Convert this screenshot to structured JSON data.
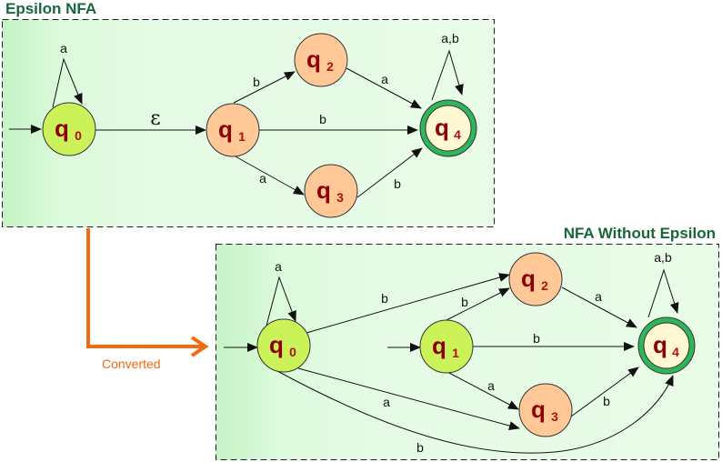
{
  "diagram": {
    "conversion_label": "Converted",
    "colors": {
      "title": "#17673a",
      "start_state_fill": "#ccf25a",
      "normal_state_fill": "#ffc896",
      "final_state_fill": "#fff8d2",
      "final_state_ring": "#2fb55a",
      "state_label": "#8b0000",
      "arrow": "#f26a10",
      "panel_gradient_left": "#c8f5c8",
      "panel_gradient_right": "#e6fbe6"
    },
    "panels": [
      {
        "id": "epsilon-nfa",
        "title": "Epsilon NFA",
        "states": [
          {
            "id": "q0",
            "label": "q",
            "sub": "0",
            "type": "start"
          },
          {
            "id": "q1",
            "label": "q",
            "sub": "1",
            "type": "normal"
          },
          {
            "id": "q2",
            "label": "q",
            "sub": "2",
            "type": "normal"
          },
          {
            "id": "q3",
            "label": "q",
            "sub": "3",
            "type": "normal"
          },
          {
            "id": "q4",
            "label": "q",
            "sub": "4",
            "type": "final"
          }
        ],
        "transitions": [
          {
            "from": "q0",
            "to": "q0",
            "symbol": "a"
          },
          {
            "from": "q0",
            "to": "q1",
            "symbol": "ε"
          },
          {
            "from": "q1",
            "to": "q2",
            "symbol": "b"
          },
          {
            "from": "q1",
            "to": "q4",
            "symbol": "b"
          },
          {
            "from": "q1",
            "to": "q3",
            "symbol": "a"
          },
          {
            "from": "q2",
            "to": "q4",
            "symbol": "a"
          },
          {
            "from": "q3",
            "to": "q4",
            "symbol": "b"
          },
          {
            "from": "q4",
            "to": "q4",
            "symbol": "a,b"
          }
        ]
      },
      {
        "id": "nfa-without-epsilon",
        "title": "NFA Without Epsilon",
        "states": [
          {
            "id": "q0",
            "label": "q",
            "sub": "0",
            "type": "start"
          },
          {
            "id": "q1",
            "label": "q",
            "sub": "1",
            "type": "start"
          },
          {
            "id": "q2",
            "label": "q",
            "sub": "2",
            "type": "normal"
          },
          {
            "id": "q3",
            "label": "q",
            "sub": "3",
            "type": "normal"
          },
          {
            "id": "q4",
            "label": "q",
            "sub": "4",
            "type": "final"
          }
        ],
        "transitions": [
          {
            "from": "q0",
            "to": "q0",
            "symbol": "a"
          },
          {
            "from": "q0",
            "to": "q2",
            "symbol": "b"
          },
          {
            "from": "q0",
            "to": "q3",
            "symbol": "a"
          },
          {
            "from": "q0",
            "to": "q4",
            "symbol": "b"
          },
          {
            "from": "q1",
            "to": "q2",
            "symbol": "b"
          },
          {
            "from": "q1",
            "to": "q4",
            "symbol": "b"
          },
          {
            "from": "q1",
            "to": "q3",
            "symbol": "a"
          },
          {
            "from": "q2",
            "to": "q4",
            "symbol": "a"
          },
          {
            "from": "q3",
            "to": "q4",
            "symbol": "b"
          },
          {
            "from": "q4",
            "to": "q4",
            "symbol": "a,b"
          }
        ]
      }
    ]
  }
}
